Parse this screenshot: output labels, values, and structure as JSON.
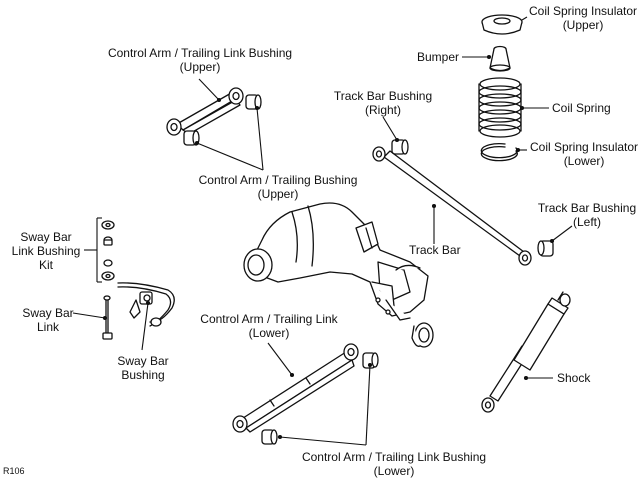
{
  "labels": {
    "coil_spring_insulator_upper": [
      "Coil Spring Insulator",
      "(Upper)"
    ],
    "bumper": "Bumper",
    "coil_spring": "Coil Spring",
    "coil_spring_insulator_lower": [
      "Coil Spring Insulator",
      "(Lower)"
    ],
    "control_arm_trailing_link_bushing_upper": [
      "Control Arm / Trailing Link Bushing",
      "(Upper)"
    ],
    "control_arm_trailing_bushing_upper": [
      "Control Arm / Trailing Bushing",
      "(Upper)"
    ],
    "track_bar_bushing_right": [
      "Track Bar Bushing",
      "(Right)"
    ],
    "track_bar": "Track Bar",
    "track_bar_bushing_left": [
      "Track Bar Bushing",
      "(Left)"
    ],
    "sway_bar_link_bushing_kit": [
      "Sway Bar",
      "Link Bushing",
      "Kit"
    ],
    "sway_bar_link": [
      "Sway Bar",
      "Link"
    ],
    "sway_bar_bushing": [
      "Sway Bar",
      "Bushing"
    ],
    "control_arm_trailing_link_lower": [
      "Control Arm / Trailing Link",
      "(Lower)"
    ],
    "shock": "Shock",
    "control_arm_trailing_link_bushing_lower": [
      "Control Arm / Trailing Link Bushing",
      "(Lower)"
    ]
  },
  "figure_id": "R106"
}
